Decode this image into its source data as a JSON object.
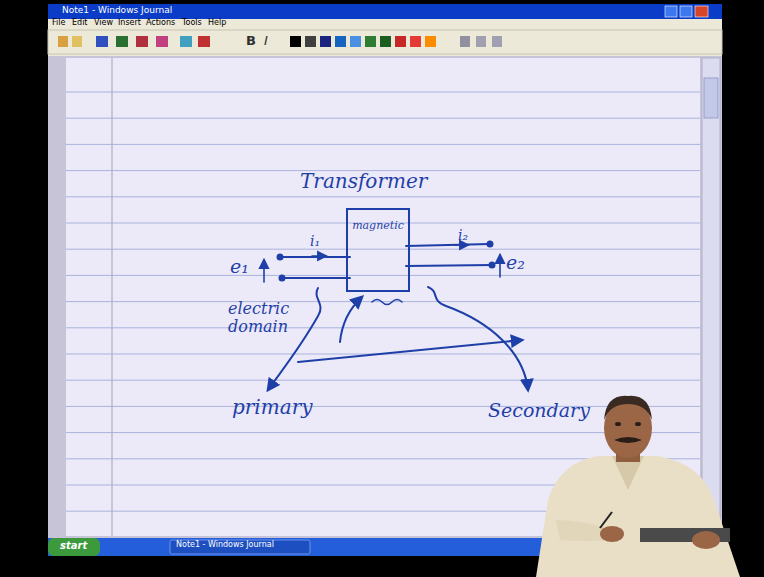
{
  "diagram": {
    "nodes": [
      {
        "text": [
          "magnetic"
        ]
      }
    ],
    "labels": [
      "Note1 - Windows Journal",
      "File",
      "Edit",
      "View",
      "Insert",
      "Actions",
      "Tools",
      "Help",
      "B",
      "I",
      "Transformer",
      "e₁",
      "i₁",
      "i₂",
      "e₂",
      "electric domain",
      "primary",
      "Secondary",
      "start",
      "Note1 - Windows Journal"
    ]
  }
}
